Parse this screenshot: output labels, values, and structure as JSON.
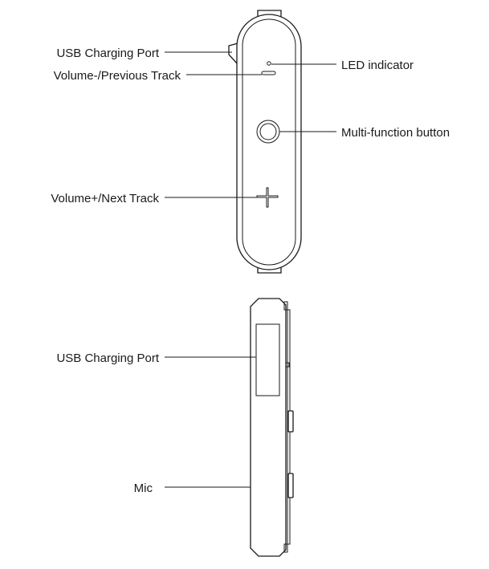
{
  "front_view": {
    "labels": {
      "usb_port": "USB Charging Port",
      "volume_minus": "Volume-/Previous Track",
      "volume_plus": "Volume+/Next Track",
      "led": "LED indicator",
      "multifunction": "Multi-function button"
    }
  },
  "side_view": {
    "labels": {
      "usb_port": "USB Charging Port",
      "mic": "Mic"
    }
  },
  "colors": {
    "ink": "#1a1a1a",
    "background": "#ffffff"
  }
}
